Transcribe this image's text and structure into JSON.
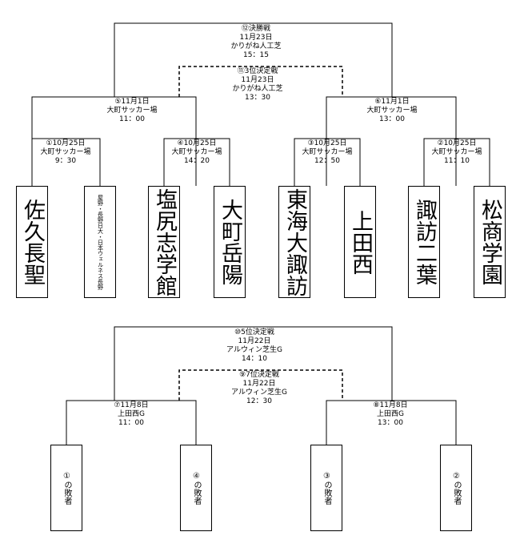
{
  "top": {
    "final": {
      "line1": "⑫決勝戦",
      "line2": "11月23日",
      "line3": "かりがね人工芝",
      "line4": "15：15"
    },
    "third": {
      "line1": "⑪3位決定戦",
      "line2": "11月23日",
      "line3": "かりがね人工芝",
      "line4": "13：30"
    },
    "m5": {
      "line1": "⑤11月1日",
      "line2": "大町サッカー場",
      "line3": "11：00"
    },
    "m6": {
      "line1": "⑥11月1日",
      "line2": "大町サッカー場",
      "line3": "13：00"
    },
    "m1": {
      "line1": "①10月25日",
      "line2": "大町サッカー場",
      "line3": "9：30"
    },
    "m4": {
      "line1": "④10月25日",
      "line2": "大町サッカー場",
      "line3": "14：20"
    },
    "m3": {
      "line1": "③10月25日",
      "line2": "大町サッカー場",
      "line3": "12：50"
    },
    "m2": {
      "line1": "②10月25日",
      "line2": "大町サッカー場",
      "line3": "11：10"
    },
    "teams": [
      {
        "name": "佐久長聖"
      },
      {
        "name": "屋野・長野日大・日本ウェルネス長野"
      },
      {
        "name": "塩尻志学館"
      },
      {
        "name": "大町岳陽"
      },
      {
        "name": "東海大諏訪"
      },
      {
        "name": "上田西"
      },
      {
        "name": "諏訪二葉"
      },
      {
        "name": "松商学園"
      }
    ]
  },
  "bottom": {
    "fifth": {
      "line1": "⑩5位決定戦",
      "line2": "11月22日",
      "line3": "アルウィン芝生G",
      "line4": "14：10"
    },
    "seventh": {
      "line1": "⑨7位決定戦",
      "line2": "11月22日",
      "line3": "アルウィン芝生G",
      "line4": "12：30"
    },
    "m7": {
      "line1": "⑦11月8日",
      "line2": "上田西G",
      "line3": "11：00"
    },
    "m8": {
      "line1": "⑧11月8日",
      "line2": "上田西G",
      "line3": "13：00"
    },
    "losers": [
      {
        "name": "①の敗者"
      },
      {
        "name": "④の敗者"
      },
      {
        "name": "③の敗者"
      },
      {
        "name": "②の敗者"
      }
    ]
  }
}
